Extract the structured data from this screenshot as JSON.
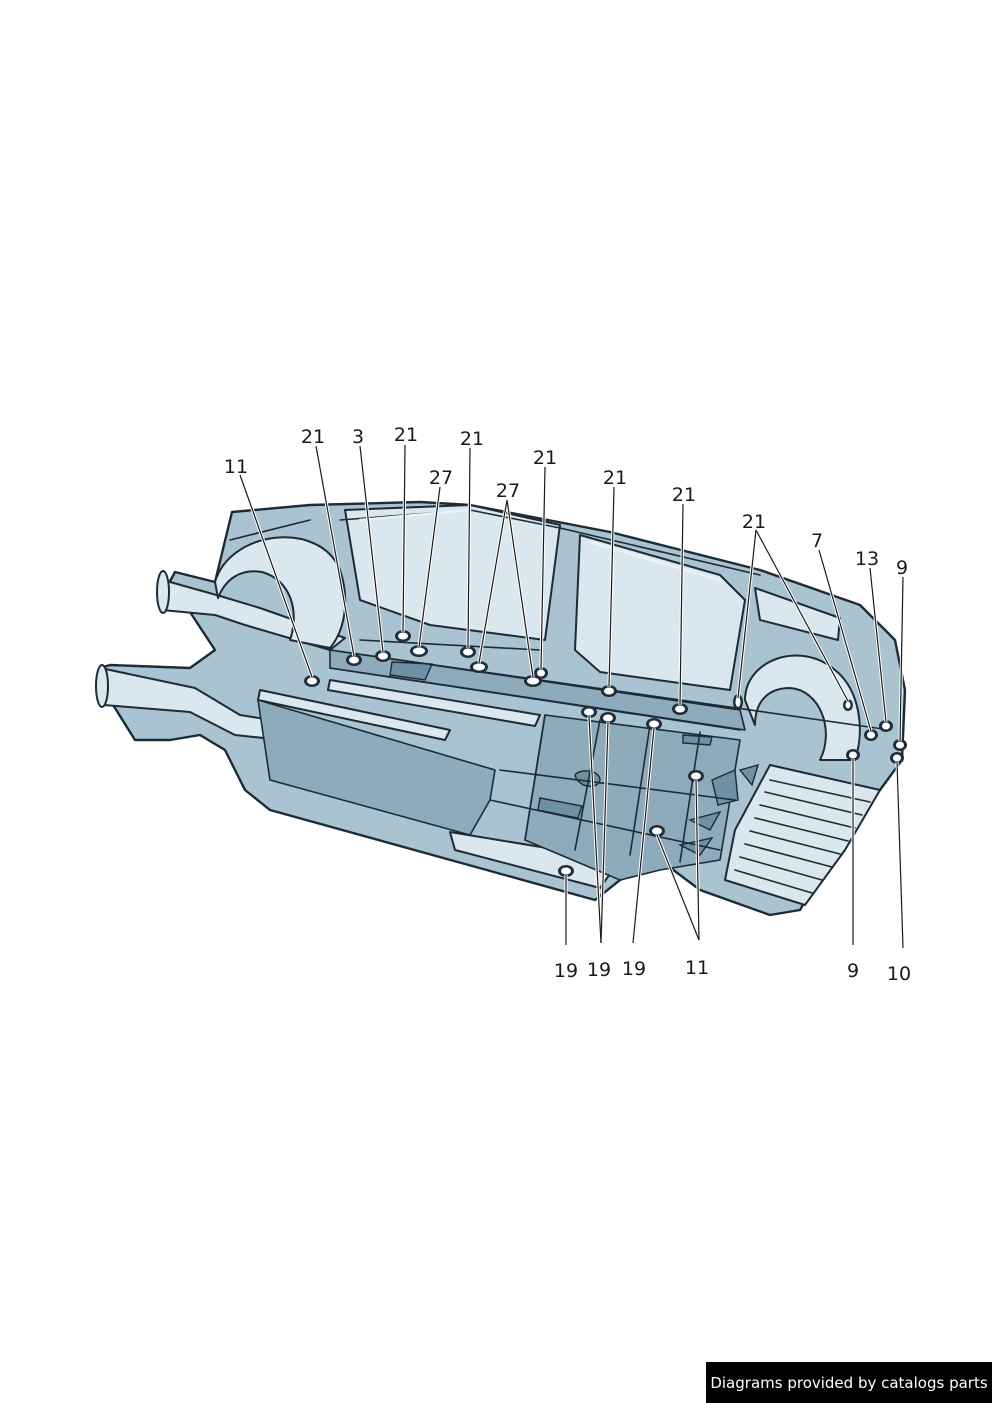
{
  "callouts": [
    {
      "text": "21"
    },
    {
      "text": "3"
    },
    {
      "text": "21"
    },
    {
      "text": "21"
    },
    {
      "text": "21"
    },
    {
      "text": "11"
    },
    {
      "text": "27"
    },
    {
      "text": "27"
    },
    {
      "text": "21"
    },
    {
      "text": "21"
    },
    {
      "text": "21"
    },
    {
      "text": "7"
    },
    {
      "text": "13"
    },
    {
      "text": "9"
    },
    {
      "text": "19"
    },
    {
      "text": "19"
    },
    {
      "text": "19"
    },
    {
      "text": "11"
    },
    {
      "text": "9"
    },
    {
      "text": "10"
    }
  ],
  "watermark": "Diagrams provided by catalogs parts",
  "colors": {
    "body": "#a9c3d1",
    "body_light": "#dbe7ee",
    "outline": "#1c2b35",
    "watermark_bg": "#000000",
    "watermark_text": "#ffffff"
  }
}
